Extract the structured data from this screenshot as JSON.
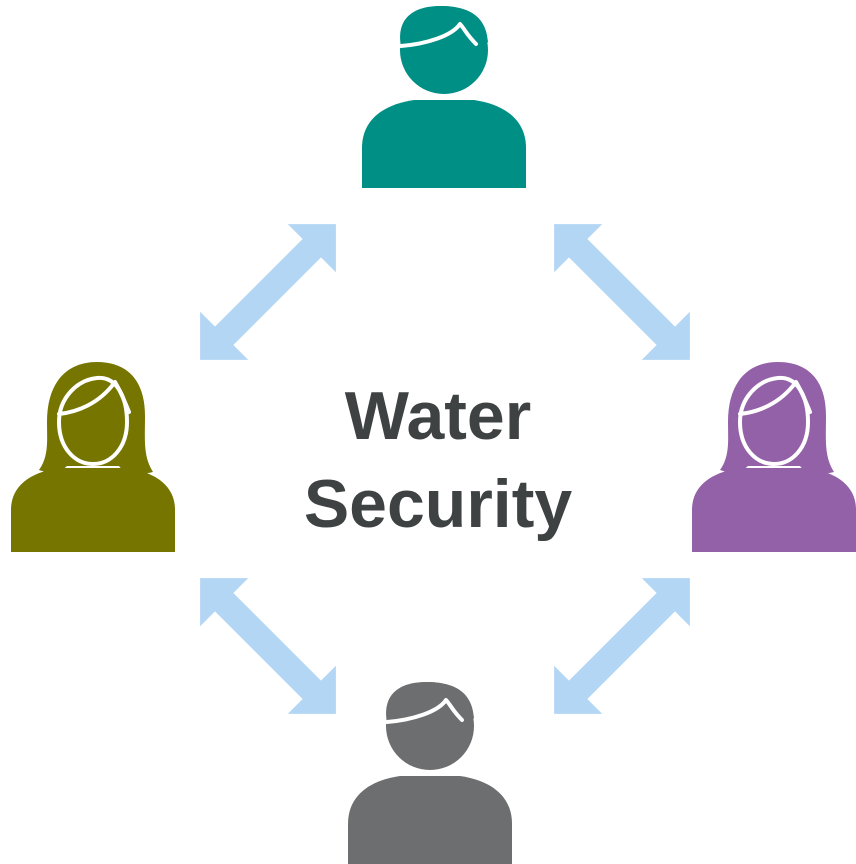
{
  "title": {
    "line1": "Water",
    "line2": "Security"
  },
  "colors": {
    "top_person": "#008f84",
    "left_person": "#757500",
    "right_person": "#9361a8",
    "bottom_person": "#6d6e70",
    "arrow": "#b3d6f5",
    "title_text": "#3f4243",
    "outline": "#ffffff"
  },
  "people": [
    {
      "position": "top",
      "icon": "male-person-icon"
    },
    {
      "position": "left",
      "icon": "female-person-icon"
    },
    {
      "position": "right",
      "icon": "female-person-icon"
    },
    {
      "position": "bottom",
      "icon": "male-person-icon"
    }
  ],
  "arrows": [
    {
      "between": [
        "top",
        "left"
      ],
      "icon": "double-headed-arrow-icon"
    },
    {
      "between": [
        "top",
        "right"
      ],
      "icon": "double-headed-arrow-icon"
    },
    {
      "between": [
        "left",
        "bottom"
      ],
      "icon": "double-headed-arrow-icon"
    },
    {
      "between": [
        "right",
        "bottom"
      ],
      "icon": "double-headed-arrow-icon"
    }
  ]
}
